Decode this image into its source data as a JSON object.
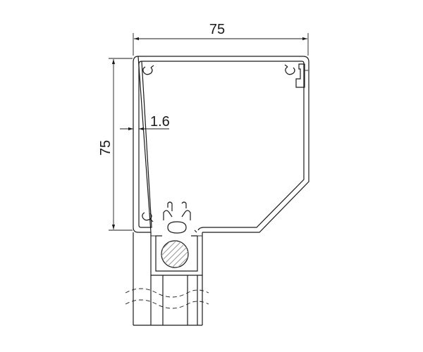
{
  "drawing": {
    "dimensions": {
      "width_label": "75",
      "height_label": "75",
      "wall_thickness_label": "1.6"
    },
    "colors": {
      "line": "#1a1a1a",
      "hatch": "#9a9a9a",
      "background": "#ffffff"
    }
  }
}
